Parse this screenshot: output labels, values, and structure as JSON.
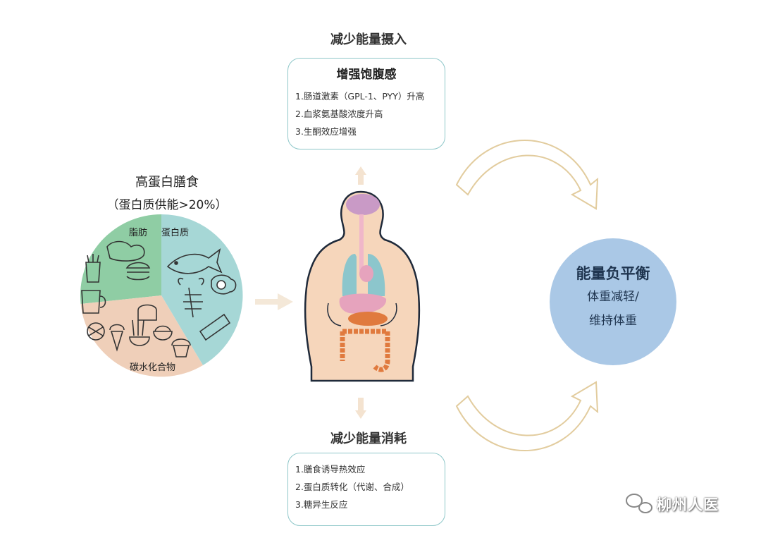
{
  "intake": {
    "title": "减少能量摄入",
    "box_heading": "增强饱腹感",
    "items": [
      "1.肠道激素（GPL-1、PYY）升高",
      "2.血浆氨基酸浓度升高",
      "3.生酮效应增强"
    ]
  },
  "expenditure": {
    "title": "减少能量消耗",
    "items": [
      "1.膳食诱导热效应",
      "2.蛋白质转化（代谢、合成）",
      "3.糖异生反应"
    ]
  },
  "diet": {
    "title": "高蛋白膳食",
    "subtitle": "（蛋白质供能>20%）",
    "segments": {
      "fat": "脂肪",
      "protein": "蛋白质",
      "carbs": "碳水化合物"
    }
  },
  "result": {
    "title": "能量负平衡",
    "line1": "体重减轻/",
    "line2": "维持体重"
  },
  "watermark": {
    "text": "柳州人医",
    "icon": "wechat-icon"
  },
  "colors": {
    "fat": "#8fcda4",
    "protein": "#a6d7d6",
    "carbs": "#efcfb9",
    "result_circle": "#aac8e6",
    "arrow": "#e6d3ae",
    "box_border": "#8ec7c9"
  }
}
